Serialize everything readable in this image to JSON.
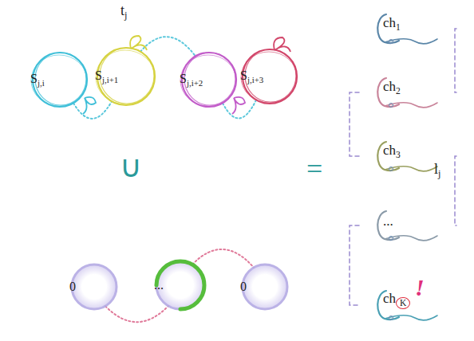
{
  "diagram": {
    "nodes": [
      {
        "text": [
          "Sj,i"
        ]
      },
      {
        "text": [
          "Sj,i+1"
        ]
      },
      {
        "text": [
          "Sj,i+2"
        ]
      },
      {
        "text": [
          "Sj,i+3"
        ]
      },
      {
        "text": [
          "0"
        ]
      },
      {
        "text": [
          "..."
        ]
      },
      {
        "text": [
          "0"
        ]
      },
      {
        "text": [
          "ch1"
        ]
      },
      {
        "text": [
          "ch2"
        ]
      },
      {
        "text": [
          "ch3"
        ]
      },
      {
        "text": [
          "..."
        ]
      },
      {
        "text": [
          "chK"
        ]
      }
    ],
    "edges": [
      {
        "from": 0,
        "to": 1,
        "arrow": "none"
      },
      {
        "from": 1,
        "to": 2,
        "arrow": "none"
      },
      {
        "from": 2,
        "to": 3,
        "arrow": "none"
      },
      {
        "from": 4,
        "to": 5,
        "arrow": "none"
      },
      {
        "from": 5,
        "to": 6,
        "arrow": "none"
      },
      {
        "from": 7,
        "to": 8,
        "arrow": "none"
      },
      {
        "from": 8,
        "to": 9,
        "arrow": "none"
      },
      {
        "from": 9,
        "to": 10,
        "arrow": "none"
      },
      {
        "from": 10,
        "to": 11,
        "arrow": "none"
      }
    ],
    "labels": [
      "tj",
      "∪",
      "=",
      "lj",
      "!"
    ]
  }
}
